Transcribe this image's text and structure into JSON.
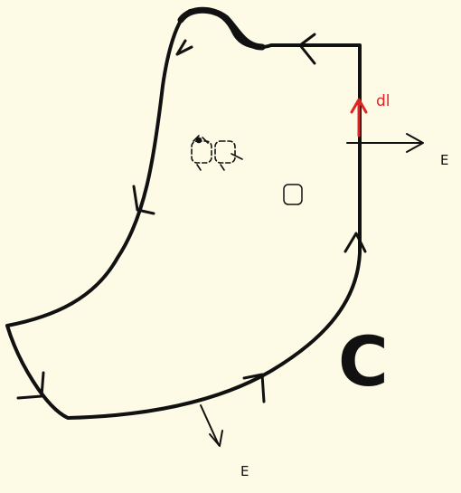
{
  "labels": {
    "field_right": "E",
    "field_bottom": "E",
    "line_element": "dl",
    "curve_name": "C"
  },
  "colors": {
    "background": "#fdfbe6",
    "ink": "#111111",
    "line_element_color": "#e02424"
  },
  "icons": {
    "circulation": "curl-swirl-icon",
    "surface_element": "surface-square-icon"
  }
}
